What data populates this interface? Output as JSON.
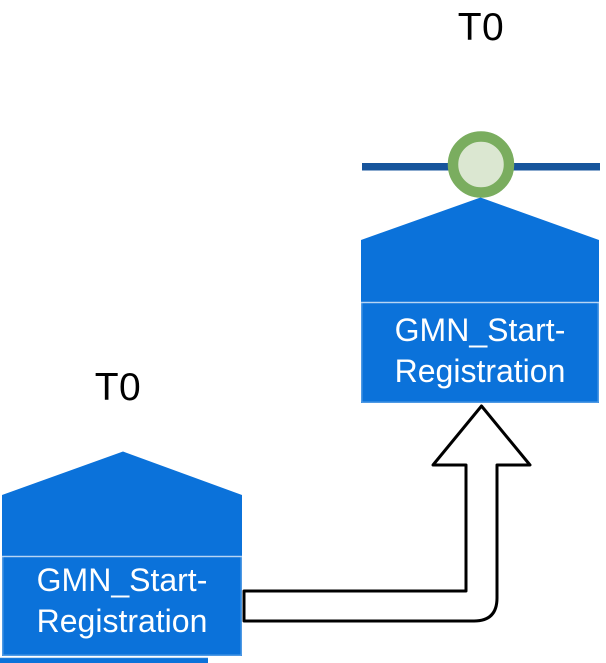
{
  "diagram": {
    "type": "process-chain-diagram",
    "labels": {
      "left_time": "T0",
      "right_time": "T0"
    },
    "blocks": {
      "left": {
        "line1": "GMN_Start-",
        "line2": "Registration"
      },
      "right": {
        "line1": "GMN_Start-",
        "line2": "Registration"
      }
    },
    "connector": {
      "kind": "elbow-arrow",
      "from": "left-block",
      "to": "right-block"
    },
    "colors": {
      "block_blue": "#0b72da",
      "divider_light": "rgba(255,255,255,0.55)",
      "inner_border_light": "rgba(255,255,255,0.35)",
      "timeline_blue": "#17559c",
      "marker_ring_green": "#7aad5f",
      "marker_fill_green": "#dbe7d1",
      "arrow_fill": "#ffffff",
      "arrow_stroke": "#000000",
      "text_white": "#ffffff",
      "text_black": "#000000"
    }
  }
}
